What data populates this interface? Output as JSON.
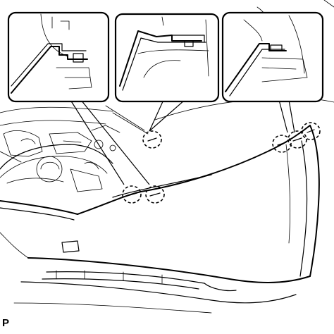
{
  "figure": {
    "label": "P",
    "callouts": [
      "clip-detail-left",
      "clip-detail-center",
      "clip-detail-right"
    ],
    "colors": {
      "line": "#000000",
      "background": "#ffffff"
    }
  }
}
